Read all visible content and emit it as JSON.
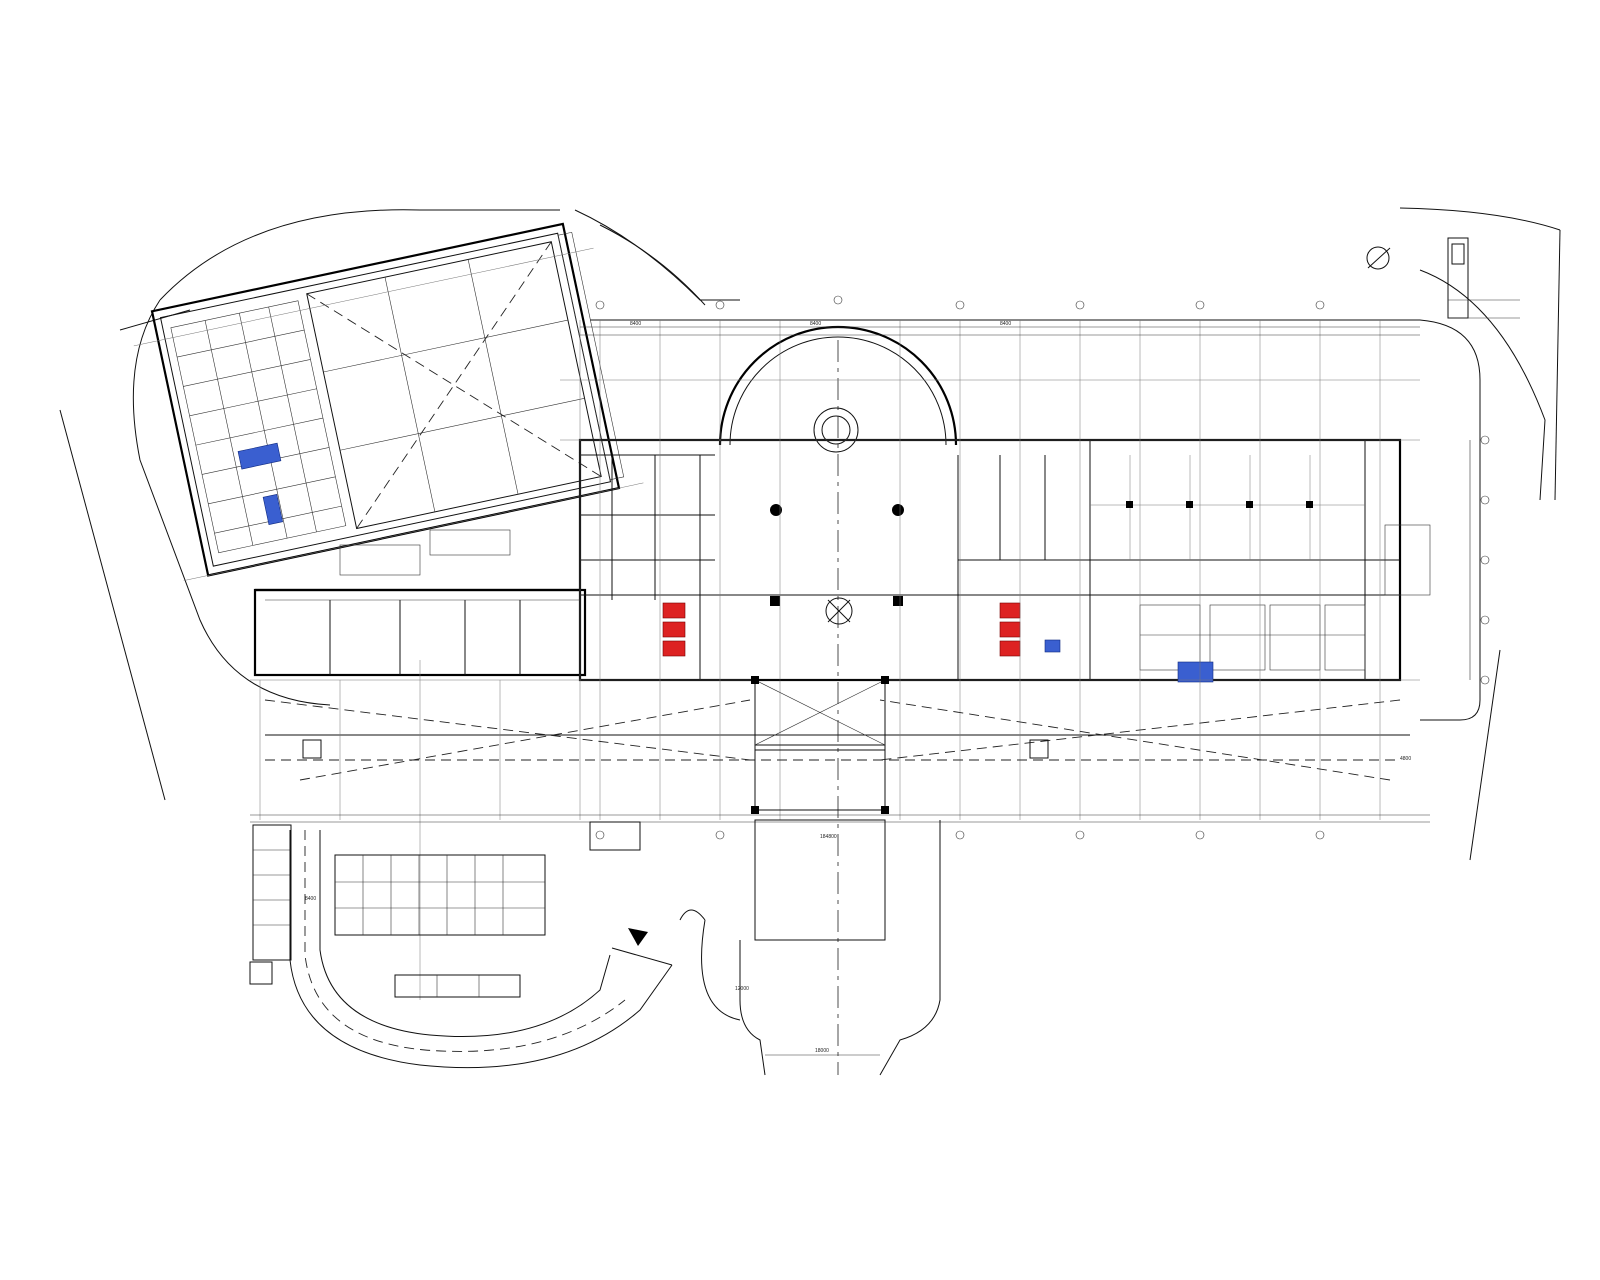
{
  "drawing": {
    "type": "architectural-floor-plan",
    "view": "first-floor-plan",
    "colors": {
      "linework": "#111111",
      "fire_hydrant_highlight": "#d22222",
      "equipment_highlight": "#3a5fd0",
      "background": "#ffffff"
    },
    "icons": [
      "north-arrow-icon",
      "site-entrance-arrow-icon"
    ]
  },
  "labels": {
    "dim_top_1": "8400",
    "dim_top_2": "8400",
    "dim_top_3": "8400",
    "dim_bottom_total": "184800",
    "dim_drive_width": "18000",
    "dim_drive_depth": "12000",
    "dim_parking_depth": "8400",
    "dim_right_total": "4800"
  }
}
